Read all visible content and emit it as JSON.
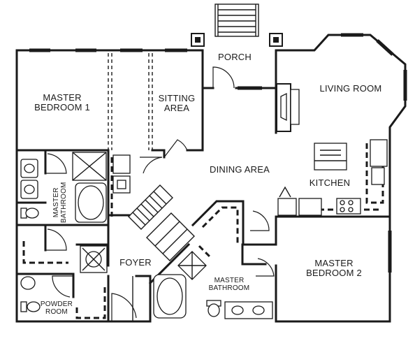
{
  "rooms": {
    "porch": "PORCH",
    "master_bedroom_1": "MASTER\nBEDROOM 1",
    "sitting_area": "SITTING\nAREA",
    "living_room": "LIVING ROOM",
    "dining_area": "DINING AREA",
    "kitchen": "KITCHEN",
    "master_bathroom_1": "MASTER\nBATHROOM",
    "foyer": "FOYER",
    "master_bathroom_2": "MASTER\nBATHROOM",
    "master_bedroom_2": "MASTER\nBEDROOM 2",
    "powder_room": "POWDER\nROOM"
  }
}
